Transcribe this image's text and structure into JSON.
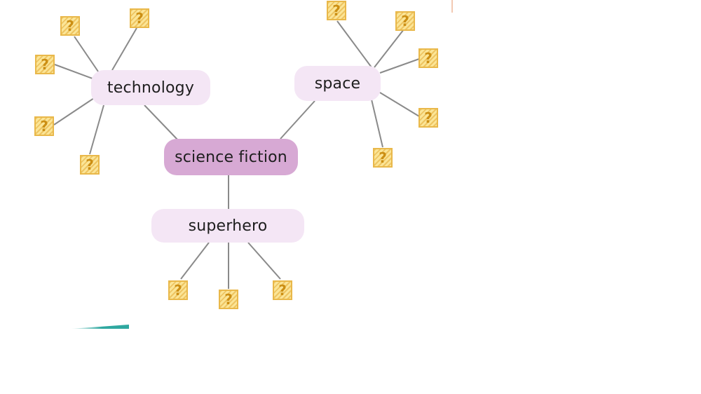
{
  "diagram": {
    "center": "science fiction",
    "branches": [
      {
        "id": "technology",
        "label": "technology",
        "answer_marker": "?",
        "answers": 5
      },
      {
        "id": "space",
        "label": "space",
        "answer_marker": "?",
        "answers": 5
      },
      {
        "id": "superhero",
        "label": "superhero",
        "answer_marker": "?",
        "answers": 3
      }
    ]
  },
  "colors": {
    "center_node": "#d7a9d4",
    "branch_node": "#f4e6f5",
    "connector": "#8a8a8a",
    "answer_box_fill": "#fbe597",
    "answer_box_border": "#e9b84a"
  }
}
